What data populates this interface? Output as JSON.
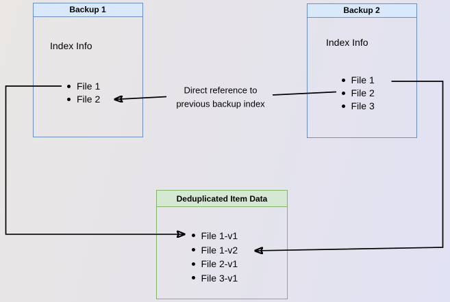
{
  "boxes": {
    "backup1": {
      "title": "Backup 1",
      "section_label": "Index Info",
      "files": [
        "File 1",
        "File 2"
      ]
    },
    "backup2": {
      "title": "Backup 2",
      "section_label": "Index Info",
      "files": [
        "File 1",
        "File 2",
        "File 3"
      ]
    },
    "dedup": {
      "title": "Deduplicated Item Data",
      "items": [
        "File 1-v1",
        "File 1-v2",
        "File 2-v1",
        "File 3-v1"
      ]
    }
  },
  "annotation": {
    "line1": "Direct reference to",
    "line2": "previous backup index"
  },
  "colors": {
    "blue_header_fill": "#dae8fc",
    "blue_border": "#6c8ebf",
    "green_header_fill": "#d5e8d4",
    "green_border": "#82b366",
    "connector": "#000000",
    "background_left": "#e9e6e4",
    "background_right": "#e1e2f4"
  }
}
